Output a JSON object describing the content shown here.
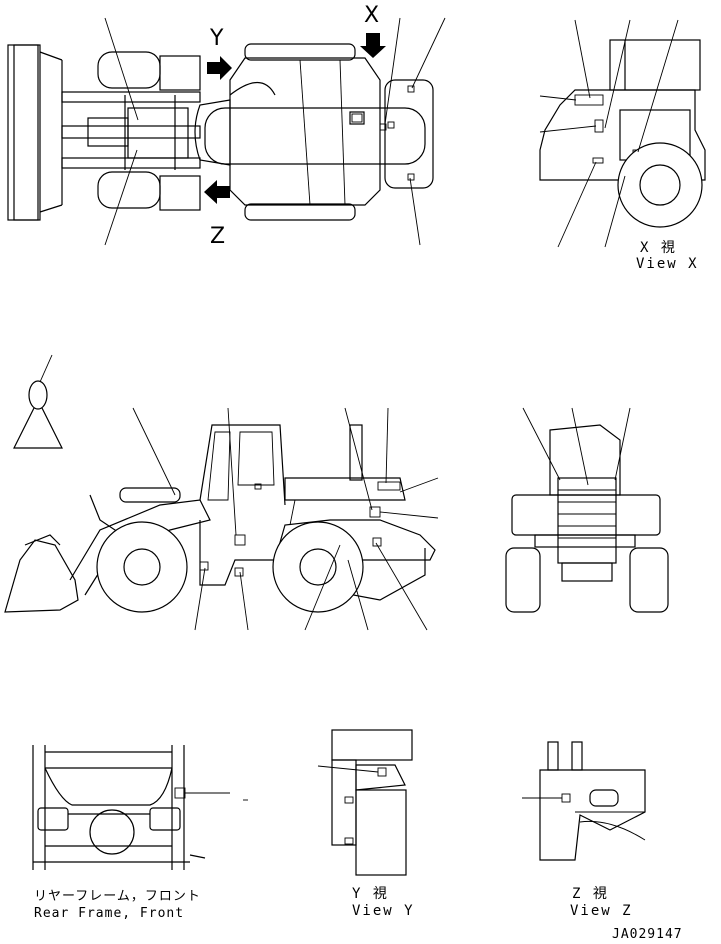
{
  "drawing_id": "JA029147",
  "top_view": {
    "arrow_x": "X",
    "arrow_y": "Y",
    "arrow_z": "Z"
  },
  "view_x": {
    "jp": "X 視",
    "en": "View X"
  },
  "view_y": {
    "jp": "Y 視",
    "en": "View Y"
  },
  "view_z": {
    "jp": "Z 視",
    "en": "View Z"
  },
  "rear_frame": {
    "jp": "リヤーフレーム，フロント",
    "en": "Rear Frame, Front"
  },
  "colors": {
    "line": "#000000",
    "background": "#ffffff"
  }
}
